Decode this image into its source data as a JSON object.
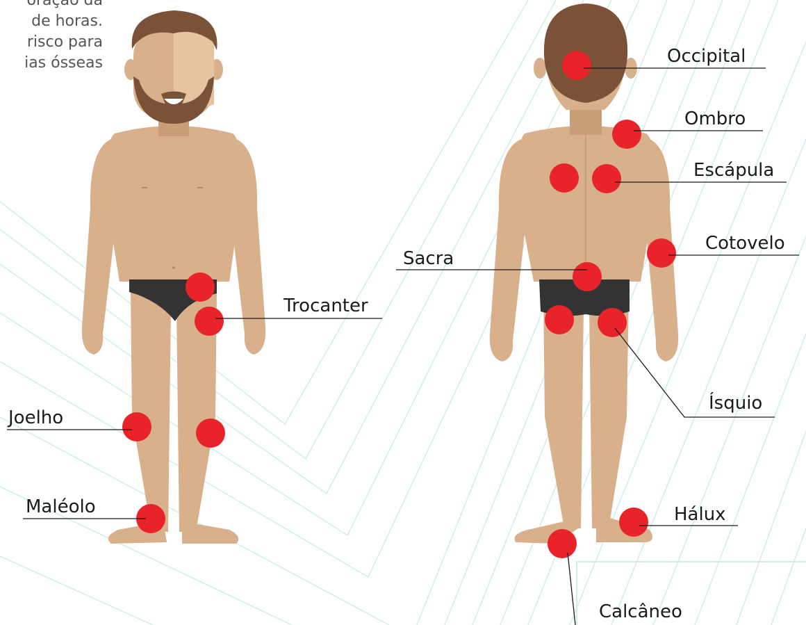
{
  "intro_text": [
    "oração da",
    "de horas.",
    "risco para",
    "ias ósseas"
  ],
  "labels": {
    "occipital": "Occipital",
    "ombro": "Ombro",
    "escapula": "Escápula",
    "cotovelo": "Cotovelo",
    "sacra": "Sacra",
    "trocanter": "Trocanter",
    "isquio": "Ísquio",
    "joelho": "Joelho",
    "maleolo": "Maléolo",
    "halux": "Hálux",
    "calcaneo": "Calcâneo"
  },
  "colors": {
    "marker": "#e8232a",
    "skin": "#d8b08c",
    "skin_shade": "#c99e78",
    "hair": "#7a5238",
    "briefs": "#333333",
    "background_lines": "#cfeeea",
    "text": "#1a1a1a"
  },
  "icons": [
    "front-body-figure",
    "back-body-figure",
    "pressure-point-marker"
  ]
}
